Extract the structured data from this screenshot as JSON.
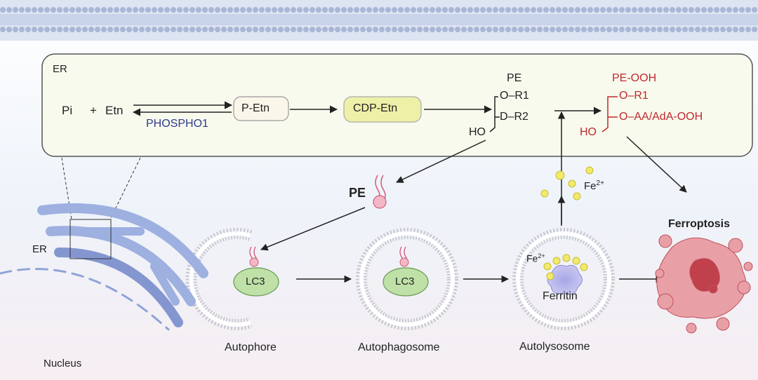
{
  "colors": {
    "membrane": "#aab6d6",
    "er_box_fill": "#f8faee",
    "red": "#c0282c",
    "blue": "#2e3a8c",
    "iron": "#f1ea6a",
    "lc3": "#bfe0a6",
    "cdp": "#eef0a8",
    "ferroptosis": "#d56470"
  },
  "er_box": {
    "title": "ER",
    "pi": "Pi",
    "plus": "+",
    "etn": "Etn",
    "enzyme": "PHOSPHO1",
    "p_etn": "P-Etn",
    "cdp_etn": "CDP-Etn"
  },
  "pe_structure": {
    "title": "PE",
    "r1": "O–R1",
    "r2": "D–R2",
    "ho": "HO"
  },
  "pe_ooh_structure": {
    "title": "PE-OOH",
    "r1": "O–R1",
    "r2": "O–AA/AdA-OOH",
    "ho": "HO"
  },
  "pe_label": "PE",
  "iron_label": "Fe",
  "iron_sup": "2+",
  "autolysosome_iron": "Fe",
  "autolysosome_iron_sup": "2+",
  "ferritin": "Ferritin",
  "lc3": "LC3",
  "stages": {
    "autophore": "Autophore",
    "autophagosome": "Autophagosome",
    "autolysosome": "Autolysosome"
  },
  "ferroptosis": "Ferroptosis",
  "cell": {
    "er": "ER",
    "nucleus": "Nucleus"
  },
  "icons": [
    "membrane-bilayer-icon",
    "er-organelle-icon",
    "phospholipid-icon",
    "iron-ion-icon",
    "ferritin-icon",
    "ferroptotic-cell-icon"
  ]
}
